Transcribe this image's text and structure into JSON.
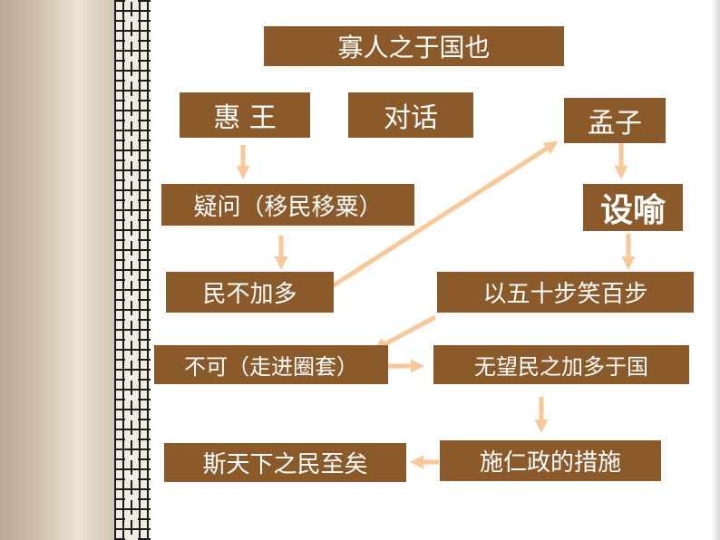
{
  "title": "寡人之于国也",
  "nodes": {
    "hui_wang": "惠 王",
    "dialogue": "对话",
    "mengzi": "孟子",
    "question": "疑问（移民移粟）",
    "analogy": "设喻",
    "not_increase": "民不加多",
    "fifty_steps": "以五十步笑百步",
    "not_allowed": "不可（走进圈套）",
    "no_hope": "无望民之加多于国",
    "measures": "施仁政的措施",
    "result": "斯天下之民至矣"
  },
  "colors": {
    "box": "#8b5a2b",
    "arrow": "#f6c89a",
    "text": "#ffffff"
  }
}
